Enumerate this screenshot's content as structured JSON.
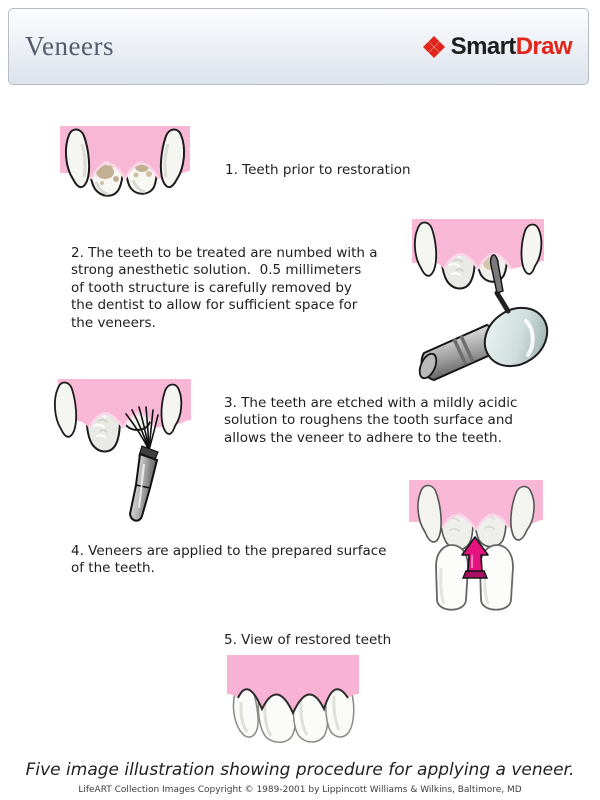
{
  "header": {
    "title": "Veneers",
    "logo": {
      "smart": "Smart",
      "draw": "Draw",
      "accent_color": "#E1251B",
      "icon": "smartdraw-diamond-icon"
    }
  },
  "steps": [
    {
      "number": 1,
      "text": "1. Teeth prior to restoration",
      "illustration": "stained-teeth"
    },
    {
      "number": 2,
      "text": "2. The teeth to be treated are numbed with a strong anesthetic solution.  0.5 millimeters of tooth structure is carefully removed by the dentist to allow for sufficient space for the veneers.",
      "illustration": "numbing-and-drilling"
    },
    {
      "number": 3,
      "text": "3. The teeth are etched with a mildly acidic solution to roughens the tooth surface and allows the veneer to adhere to the teeth.",
      "illustration": "acid-etch-brush"
    },
    {
      "number": 4,
      "text": "4. Veneers are applied to the prepared surface of the teeth.",
      "illustration": "veneer-placement-arrow"
    },
    {
      "number": 5,
      "text": "5. View of restored teeth",
      "illustration": "restored-teeth"
    }
  ],
  "footer": {
    "caption": "Five image illustration showing procedure for applying a veneer.",
    "copyright": "LifeART Collection Images Copyright © 1989-2001 by Lippincott Williams & Wilkins, Baltimore, MD"
  },
  "colors": {
    "gum_pink": "#F9B7D6",
    "gum_highlight": "#FBD4E8",
    "tooth_white": "#F7F7F4",
    "stain_tan": "#C3B092",
    "arrow_magenta": "#E4137F",
    "logo_red": "#E1251B",
    "title_gray": "#555C6A"
  }
}
